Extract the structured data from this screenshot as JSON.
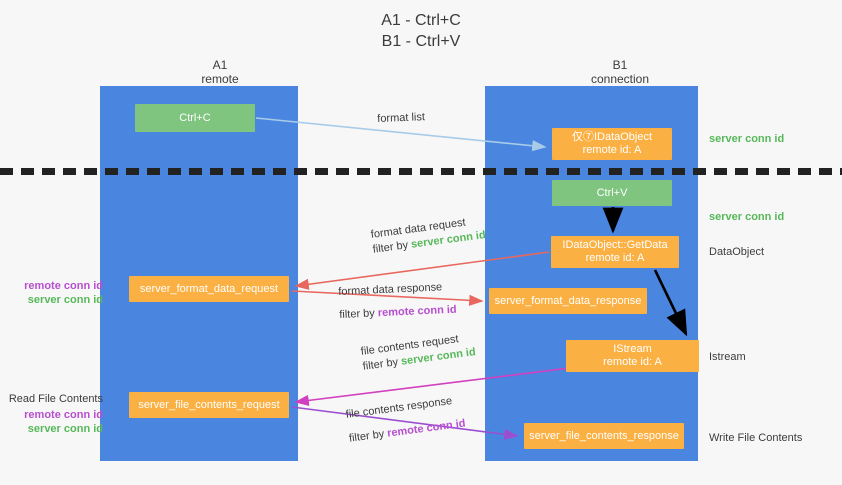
{
  "title": "A1 - Ctrl+C\nB1 - Ctrl+V",
  "columns": {
    "a": {
      "header": "A1\nremote"
    },
    "b": {
      "header": "B1\nconnection"
    }
  },
  "boxes": {
    "ctrl_c": "Ctrl+C",
    "idataobject": "仅⑦IDataObject\nremote id: A",
    "ctrl_v": "Ctrl+V",
    "getdata": "IDataObject::GetData\nremote id: A",
    "server_format_data_request": "server_format_data_request",
    "server_format_data_response": "server_format_data_response",
    "istream": "IStream\nremote id: A",
    "server_file_contents_request": "server_file_contents_request",
    "server_file_contents_response": "server_file_contents_response"
  },
  "right_labels": {
    "server_conn_id_1": "server conn id",
    "server_conn_id_2": "server conn id",
    "dataobject": "DataObject",
    "istream": "Istream",
    "write_file_contents": "Write File Contents"
  },
  "left_labels": {
    "remote_conn_id_1": "remote conn id",
    "server_conn_id_1": "server conn id",
    "read_file_contents": "Read File Contents",
    "remote_conn_id_2": "remote conn id",
    "server_conn_id_2": "server conn id"
  },
  "edge_labels": {
    "format_list": "format list",
    "format_data_request": "format data request",
    "format_data_request_filter_prefix": "filter by ",
    "format_data_request_filter_value": "server conn id",
    "format_data_response": "format data response",
    "format_data_response_filter_prefix": "filter by ",
    "format_data_response_filter_value": "remote conn id",
    "file_contents_request": "file contents request",
    "file_contents_request_filter_prefix": "filter by ",
    "file_contents_request_filter_value": "server conn id",
    "file_contents_response": "file contents response",
    "file_contents_response_filter_prefix": "filter by ",
    "file_contents_response_filter_value": "remote conn id"
  },
  "colors": {
    "lane_blue": "#4a86e0",
    "box_orange": "#fbb043",
    "box_green": "#7fc47f",
    "server_conn_green": "#57b85a",
    "remote_conn_purple": "#b74fcf",
    "arrow_light_blue": "#a8cbe8",
    "arrow_red": "#e8685f",
    "arrow_magenta": "#d23fc0",
    "arrow_purple": "#9b4fd0",
    "arrow_black": "#000000",
    "background": "#f7f7f7"
  }
}
